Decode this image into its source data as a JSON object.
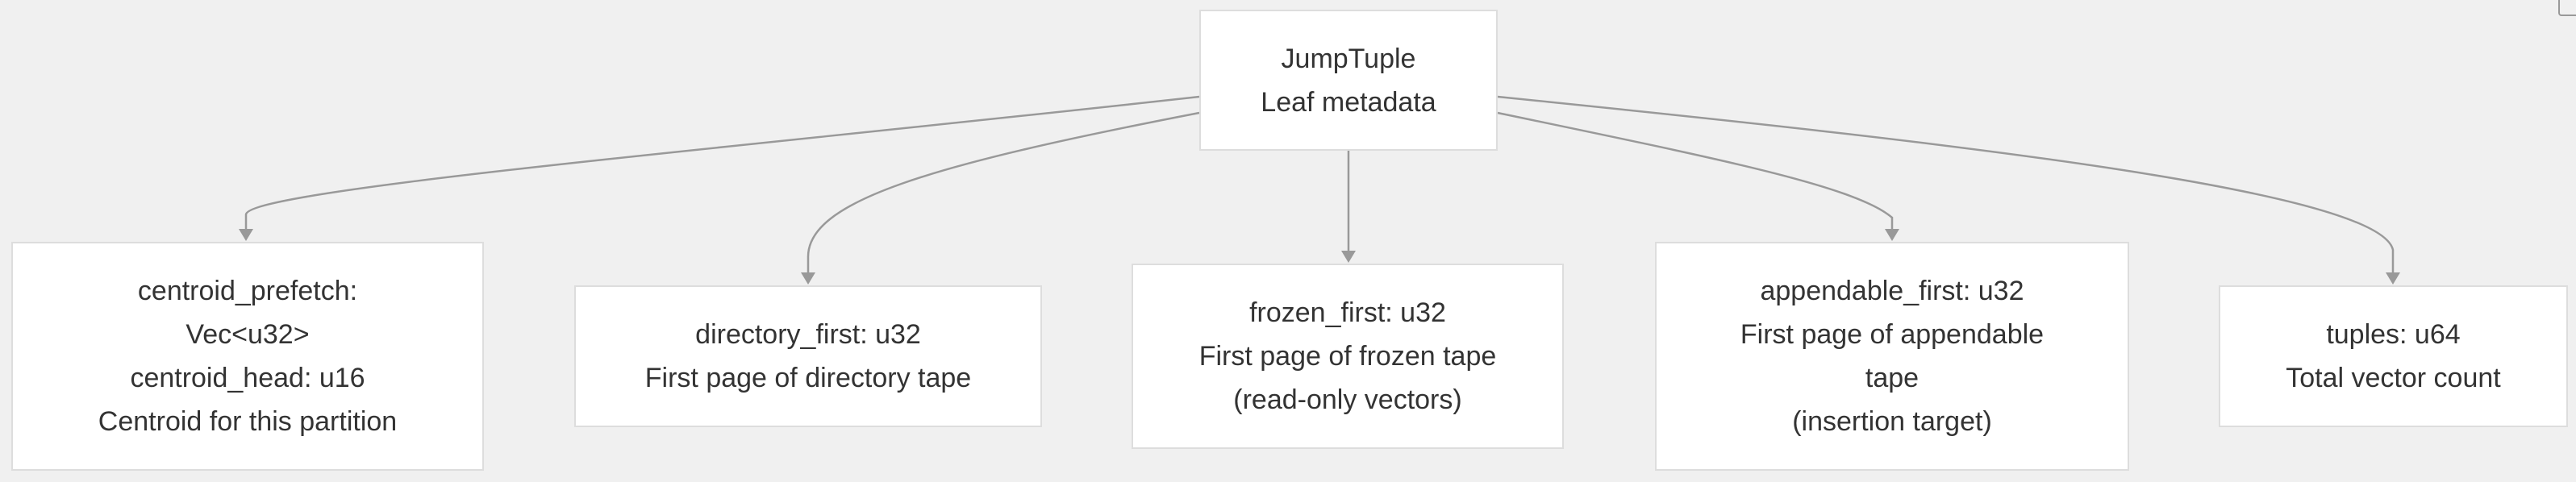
{
  "diagram": {
    "root": {
      "lines": [
        "JumpTuple",
        "Leaf metadata"
      ]
    },
    "children": [
      {
        "lines": [
          "centroid_prefetch:",
          "Vec<u32>",
          "centroid_head: u16",
          "Centroid for this partition"
        ]
      },
      {
        "lines": [
          "directory_first: u32",
          "First page of directory tape"
        ]
      },
      {
        "lines": [
          "frozen_first: u32",
          "First page of frozen tape",
          "(read-only vectors)"
        ]
      },
      {
        "lines": [
          "appendable_first: u32",
          "First page of appendable",
          "tape",
          "(insertion target)"
        ]
      },
      {
        "lines": [
          "tuples: u64",
          "Total vector count"
        ]
      }
    ]
  },
  "colors": {
    "background": "#f0f0f0",
    "node_fill": "#ffffff",
    "node_border": "#dddddd",
    "edge": "#999999",
    "text": "#333333"
  }
}
